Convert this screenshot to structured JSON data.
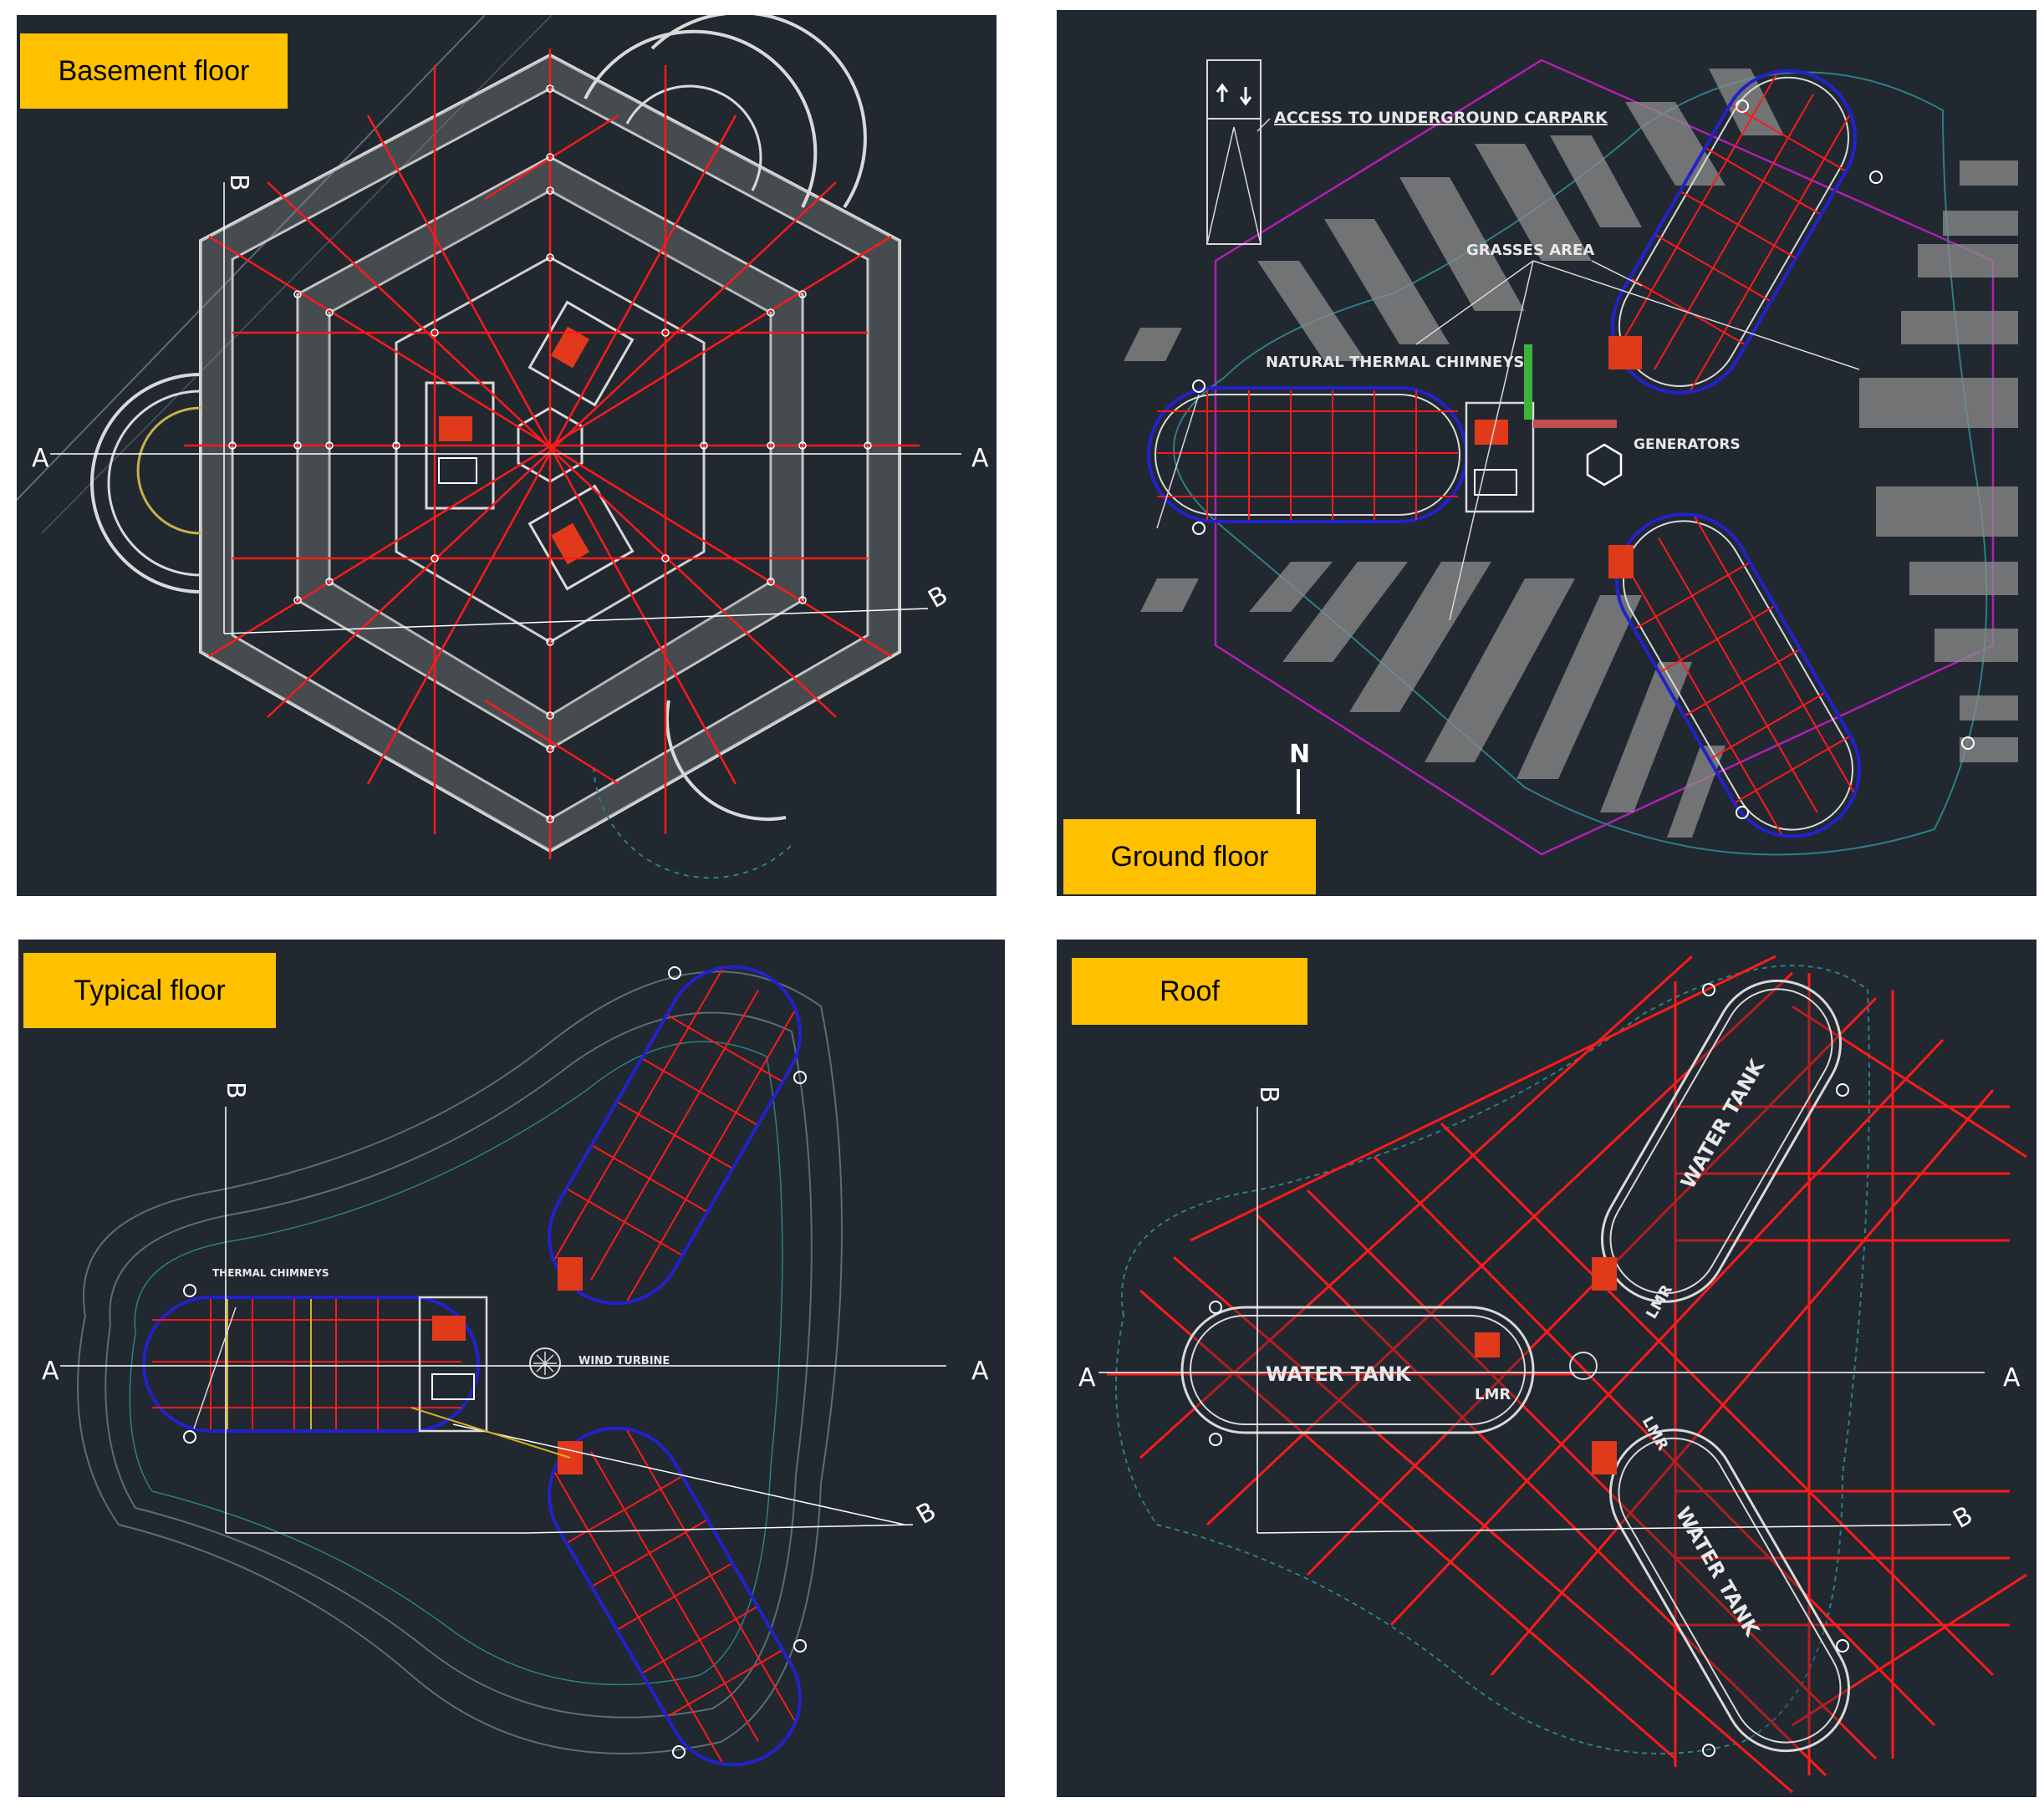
{
  "panels": {
    "basement": {
      "title": "Basement floor",
      "section_a": "A",
      "section_b": "B"
    },
    "ground": {
      "title": "Ground floor",
      "labels": {
        "access": "ACCESS TO UNDERGROUND CARPARK",
        "grasses": "GRASSES AREA",
        "chimneys": "NATURAL THERMAL CHIMNEYS",
        "generators": "GENERATORS",
        "north": "N"
      }
    },
    "typical": {
      "title": "Typical floor",
      "section_a": "A",
      "section_b": "B",
      "labels": {
        "chimneys": "THERMAL CHIMNEYS",
        "turbine": "WIND TURBINE"
      }
    },
    "roof": {
      "title": "Roof",
      "section_a": "A",
      "section_b": "B",
      "labels": {
        "tank": "WATER TANK",
        "lmr": "LMR"
      }
    }
  },
  "colors": {
    "panel_bg": "#212830",
    "badge_bg": "#ffc000",
    "grid_red": "#ff1a1a",
    "wall_white": "#e6e6e6",
    "outline_blue": "#2222cc",
    "magenta": "#b41eb4",
    "green": "#3cb43c"
  }
}
